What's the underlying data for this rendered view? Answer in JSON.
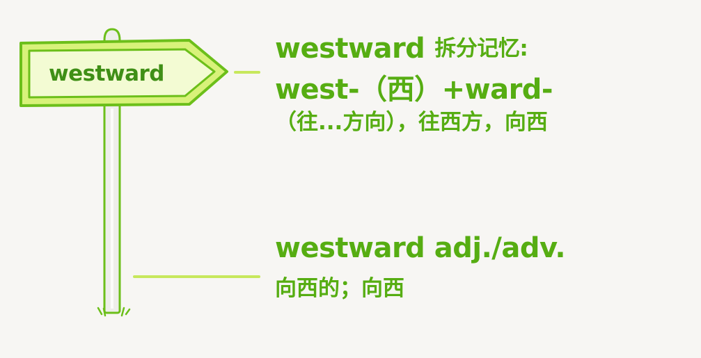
{
  "sign": {
    "label": "westward"
  },
  "split_memory": {
    "line1_word": "westward",
    "line1_label": "拆分记忆:",
    "line2": "west-（西）+ward-",
    "line3": "（往...方向），往西方，向西"
  },
  "definition": {
    "headword": "westward adj./adv.",
    "meaning": "向西的；向西"
  },
  "colors": {
    "text_green": "#56ad12",
    "sign_fill": "#d8f27a",
    "sign_border": "#6cbf1a",
    "pole": "#e9e9e6",
    "background": "#f7f6f3"
  }
}
